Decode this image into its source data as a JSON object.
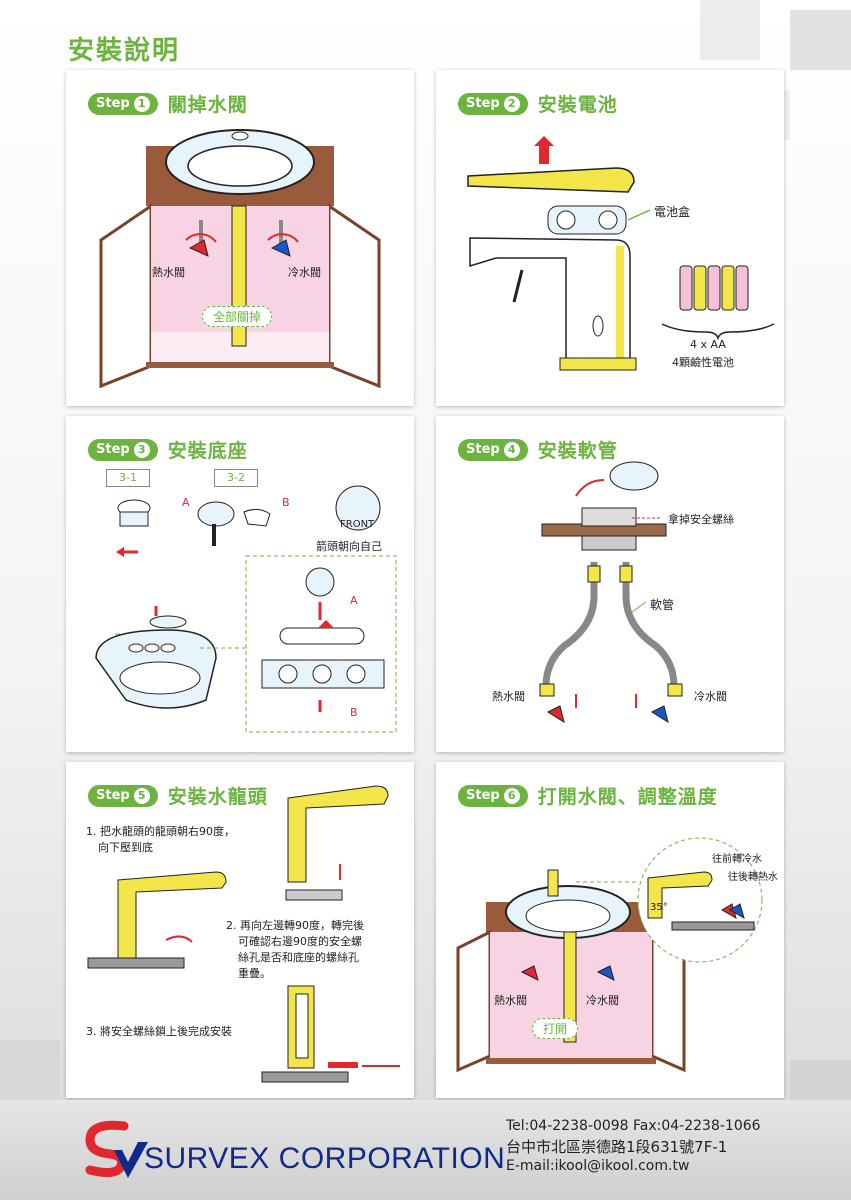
{
  "page": {
    "title": "安裝說明"
  },
  "steps": [
    {
      "step_word": "Step",
      "number": "1",
      "title": "關掉水閥",
      "labels": {
        "hot": "熱水閥",
        "cold": "冷水閥",
        "bubble": "全部關掉"
      }
    },
    {
      "step_word": "Step",
      "number": "2",
      "title": "安裝電池",
      "labels": {
        "battery_box": "電池盒",
        "count": "4 x AA",
        "desc": "4顆鹼性電池"
      }
    },
    {
      "step_word": "Step",
      "number": "3",
      "title": "安裝底座",
      "labels": {
        "sub1": "3-1",
        "sub2": "3-2",
        "a": "A",
        "b": "B",
        "front": "FRONT",
        "arrow_note": "箭頭朝向自己",
        "a2": "A",
        "b2": "B"
      }
    },
    {
      "step_word": "Step",
      "number": "4",
      "title": "安裝軟管",
      "labels": {
        "screw": "拿掉安全螺絲",
        "hose": "軟管",
        "hot": "熱水閥",
        "cold": "冷水閥"
      }
    },
    {
      "step_word": "Step",
      "number": "5",
      "title": "安裝水龍頭",
      "instructions": [
        "1. 把水龍頭的龍頭朝右90度，",
        "向下壓到底",
        "2. 再向左邊轉90度，轉完後",
        "可確認右邊90度的安全螺",
        "絲孔是否和底座的螺絲孔",
        "重疊。",
        "3. 將安全螺絲鎖上後完成安裝"
      ]
    },
    {
      "step_word": "Step",
      "number": "6",
      "title": "打開水閥、調整溫度",
      "labels": {
        "forward_cold": "往前轉冷水",
        "back_hot": "往後轉熱水",
        "angle": "35°",
        "hot": "熱水閥",
        "cold": "冷水閥",
        "bubble": "打開"
      }
    }
  ],
  "footer": {
    "company": "SURVEX CORPORATION",
    "tel_fax": "Tel:04-2238-0098    Fax:04-2238-1066",
    "address": "台中市北區崇德路1段631號7F-1",
    "email": "E-mail:ikool@ikool.com.tw"
  },
  "colors": {
    "green": "#6cb43f",
    "wood": "#9a5a3c",
    "pink": "#f7d3e3",
    "yellow": "#f3e64a",
    "navy": "#0f2a8a",
    "hot_red": "#e0282e",
    "cold_blue": "#1a56c8"
  }
}
